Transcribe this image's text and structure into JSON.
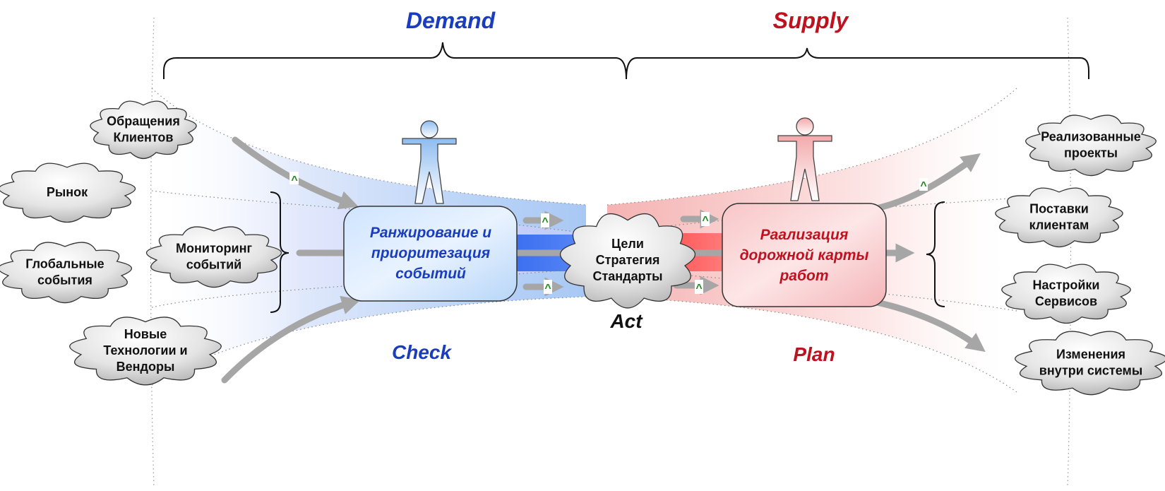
{
  "headers": {
    "demand": "Demand",
    "supply": "Supply"
  },
  "phases": {
    "check": "Check",
    "act": "Act",
    "plan": "Plan"
  },
  "colors": {
    "demand": "#1a3dbf",
    "supply": "#c0111f",
    "act": "#111111",
    "arrow": "#a6a6a6",
    "cloud_stroke": "#333333",
    "tick": "#1e8a1e"
  },
  "input_clouds": [
    {
      "lines": [
        "Обращения",
        "Клиентов"
      ]
    },
    {
      "lines": [
        "Рынок"
      ]
    },
    {
      "lines": [
        "Мониторинг",
        "событий"
      ]
    },
    {
      "lines": [
        "Глобальные",
        "события"
      ]
    },
    {
      "lines": [
        "Новые",
        "Технологии и",
        "Вендоры"
      ]
    }
  ],
  "check_box": {
    "lines": [
      "Ранжирование и",
      "приоритезация",
      "событий"
    ]
  },
  "act_cloud": {
    "lines": [
      "Цели",
      "Стратегия",
      "Стандарты"
    ]
  },
  "plan_box": {
    "lines": [
      "Раализация",
      "дорожной карты",
      "работ"
    ]
  },
  "output_clouds": [
    {
      "lines": [
        "Реализованные",
        "проекты"
      ]
    },
    {
      "lines": [
        "Поставки",
        "клиентам"
      ]
    },
    {
      "lines": [
        "Настройки",
        "Сервисов"
      ]
    },
    {
      "lines": [
        "Изменения",
        "внутри системы"
      ]
    }
  ],
  "tick_mark": "^"
}
